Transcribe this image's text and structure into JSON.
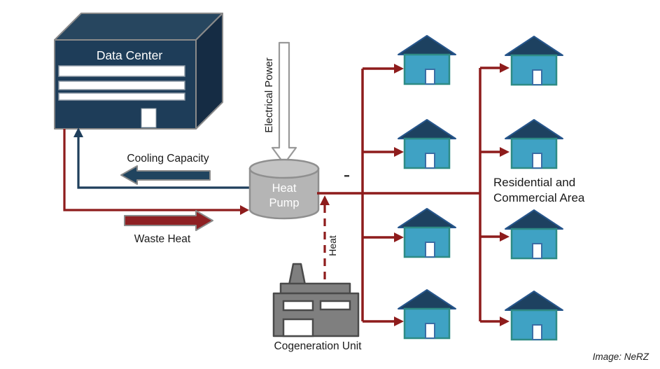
{
  "diagram": {
    "nodes": {
      "data_center": {
        "label": "Data Center"
      },
      "heat_pump": {
        "label_line1": "Heat",
        "label_line2": "Pump"
      },
      "cogeneration_unit": {
        "label": "Cogeneration Unit"
      },
      "residential_area": {
        "label_line1": "Residential and",
        "label_line2": "Commercial Area",
        "house_count": 8,
        "house_columns": 2,
        "house_rows": 4
      }
    },
    "flows": {
      "electrical_power": {
        "label": "Electrical Power",
        "style": "solid-white-arrow",
        "direction": "down-into-heat-pump"
      },
      "cooling_capacity": {
        "label": "Cooling Capacity",
        "style": "solid-blue-arrow",
        "direction": "heat-pump-to-data-center"
      },
      "waste_heat": {
        "label": "Waste Heat",
        "style": "solid-red-arrow",
        "direction": "data-center-to-heat-pump"
      },
      "heat": {
        "label": "Heat",
        "style": "dashed-red-arrow",
        "direction": "cogeneration-unit-to-heat-pump"
      },
      "district_heat": {
        "style": "solid-red-lines",
        "direction": "heat-pump-to-houses"
      }
    },
    "credit": "Image: NeRZ"
  },
  "colors": {
    "background": "#ffffff",
    "navy": "#1e3d59",
    "navy_top": "#27465f",
    "navy_side": "#152c44",
    "dark_red": "#8e1c1c",
    "arrow_red": "#8e2023",
    "arrow_blue": "#20445f",
    "line_blue": "#1f3f5c",
    "gray_fill": "#b5b5b5",
    "gray_stroke": "#8f8f8f",
    "factory_gray": "#7f7f7f",
    "factory_stroke": "#4a4a4a",
    "house_body": "#3fa2c4",
    "house_border": "#2e8b85",
    "roof": "#1d4160",
    "roof_border": "#27568c",
    "door_border": "#3a6ea5",
    "outline_gray": "#8a8a8a",
    "text_black": "#1a1a1a"
  }
}
